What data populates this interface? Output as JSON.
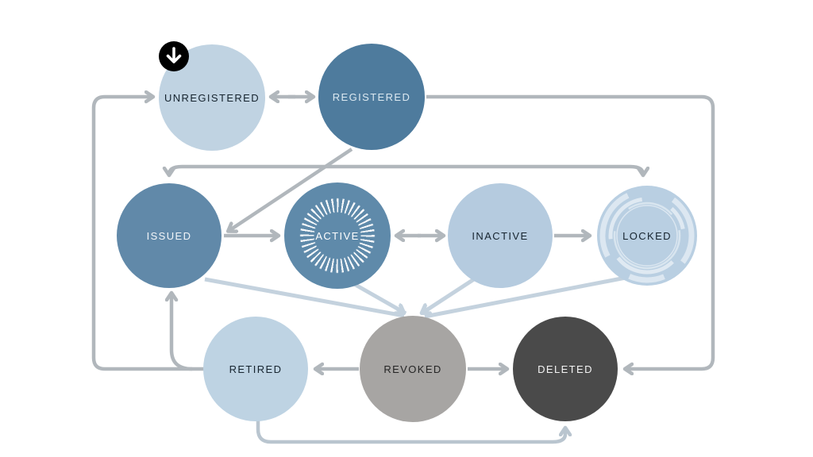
{
  "diagram": {
    "nodes": [
      {
        "id": "unregistered",
        "label": "UNREGISTERED",
        "fill": "#c0d3e2",
        "text_color": "#16242f"
      },
      {
        "id": "registered",
        "label": "REGISTERED",
        "fill": "#4e7b9d",
        "text_color": "#dce9f1"
      },
      {
        "id": "issued",
        "label": "ISSUED",
        "fill": "#6189a9",
        "text_color": "#f2f6f9"
      },
      {
        "id": "active",
        "label": "ACTIVE",
        "fill": "#5f8aaa",
        "text_color": "#ffffff",
        "decoration": "sunburst-ring"
      },
      {
        "id": "inactive",
        "label": "INACTIVE",
        "fill": "#b5cbdf",
        "text_color": "#16242f"
      },
      {
        "id": "locked",
        "label": "LOCKED",
        "fill": "#b9cfe2",
        "text_color": "#16242f",
        "decoration": "broken-arc-rings"
      },
      {
        "id": "retired",
        "label": "RETIRED",
        "fill": "#bed3e3",
        "text_color": "#16242f"
      },
      {
        "id": "revoked",
        "label": "REVOKED",
        "fill": "#a7a5a3",
        "text_color": "#242424"
      },
      {
        "id": "deleted",
        "label": "DELETED",
        "fill": "#4a4a4a",
        "text_color": "#f4f4f4"
      }
    ],
    "badge": {
      "icon": "arrow-down-icon",
      "bg": "#000000",
      "fg": "#ffffff"
    },
    "edges": [
      {
        "from": "unregistered",
        "to": "registered",
        "direction": "bidirectional"
      },
      {
        "from": "registered",
        "to": "issued",
        "direction": "one-way"
      },
      {
        "from": "registered",
        "to": "locked",
        "direction": "one-way"
      },
      {
        "from": "registered",
        "to": "deleted",
        "direction": "one-way"
      },
      {
        "from": "issued",
        "to": "active",
        "direction": "one-way"
      },
      {
        "from": "active",
        "to": "inactive",
        "direction": "bidirectional"
      },
      {
        "from": "inactive",
        "to": "locked",
        "direction": "one-way"
      },
      {
        "from": "issued",
        "to": "revoked",
        "direction": "one-way"
      },
      {
        "from": "active",
        "to": "revoked",
        "direction": "one-way"
      },
      {
        "from": "inactive",
        "to": "revoked",
        "direction": "one-way"
      },
      {
        "from": "locked",
        "to": "revoked",
        "direction": "one-way"
      },
      {
        "from": "revoked",
        "to": "retired",
        "direction": "one-way"
      },
      {
        "from": "revoked",
        "to": "deleted",
        "direction": "one-way"
      },
      {
        "from": "retired",
        "to": "issued",
        "direction": "one-way"
      },
      {
        "from": "retired",
        "to": "unregistered",
        "direction": "one-way"
      },
      {
        "from": "retired",
        "to": "deleted",
        "direction": "one-way"
      }
    ],
    "colors": {
      "connector": "#b1b7bc",
      "connector_light": "#c4d2de",
      "connector_bottom": "#b9c5cf",
      "background": "#ffffff"
    }
  }
}
